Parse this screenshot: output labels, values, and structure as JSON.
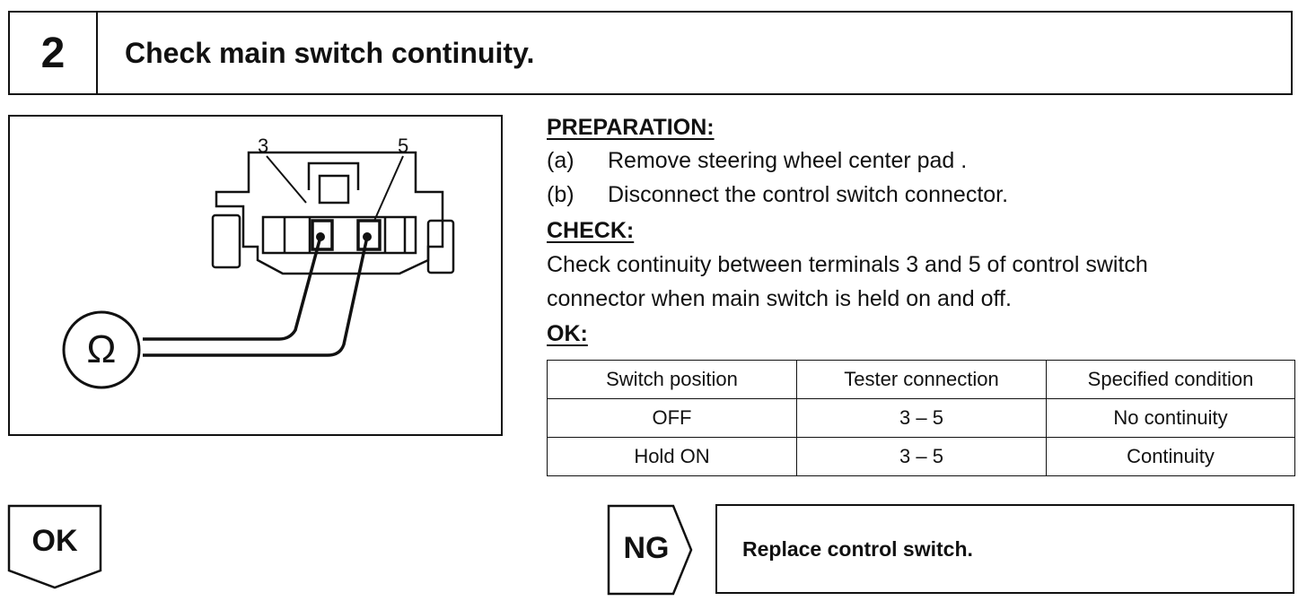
{
  "step": {
    "number": "2",
    "title": "Check main switch continuity."
  },
  "diagram": {
    "terminal_labels": [
      "3",
      "5"
    ],
    "meter_symbol": "Ω"
  },
  "preparation": {
    "heading": "PREPARATION:",
    "steps": [
      {
        "mark": "(a)",
        "text": "Remove steering wheel center pad ."
      },
      {
        "mark": "(b)",
        "text": "Disconnect the control switch connector."
      }
    ]
  },
  "check": {
    "heading": "CHECK:",
    "lines": [
      "Check continuity between terminals 3 and 5 of control switch",
      "connector when main switch is held on and off."
    ]
  },
  "ok_section": {
    "heading": "OK:"
  },
  "spec_table": {
    "headers": [
      "Switch position",
      "Tester connection",
      "Specified condition"
    ],
    "rows": [
      [
        "OFF",
        "3 – 5",
        "No continuity"
      ],
      [
        "Hold ON",
        "3 – 5",
        "Continuity"
      ]
    ]
  },
  "results": {
    "ok_label": "OK",
    "ng_label": "NG",
    "ng_action": "Replace control switch."
  }
}
